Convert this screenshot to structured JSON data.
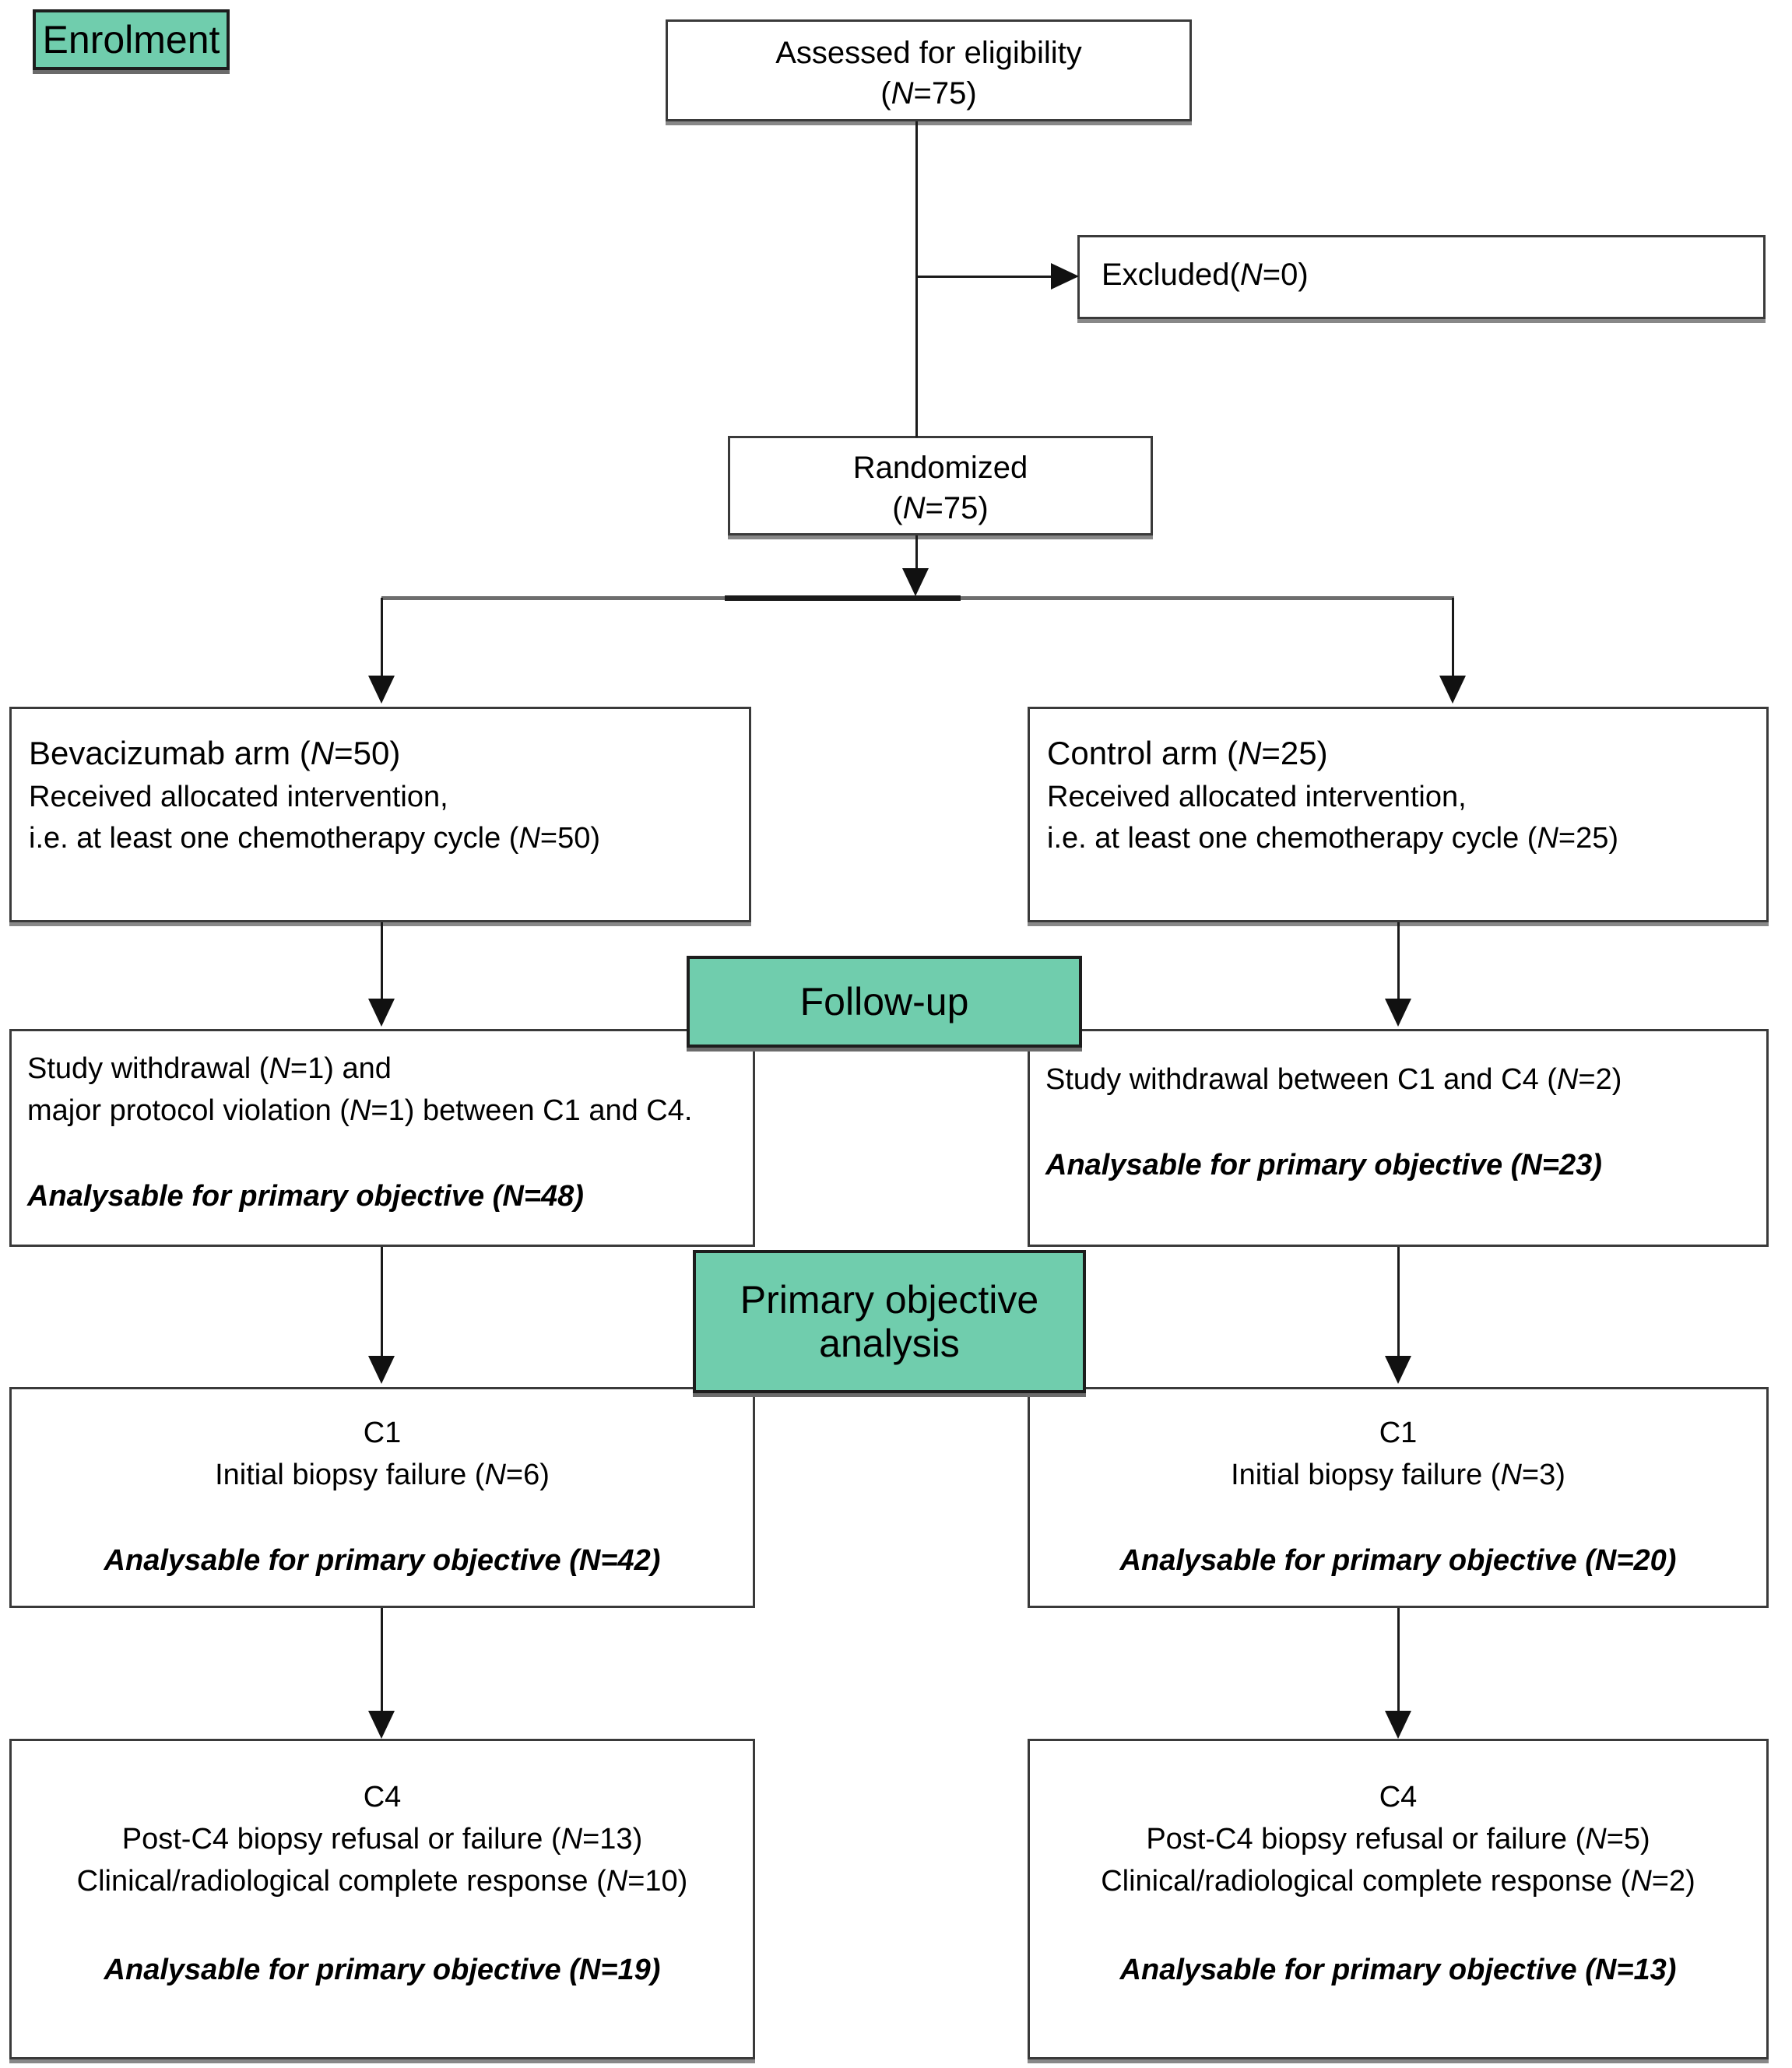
{
  "diagram": {
    "title": "CONSORT participant flow diagram",
    "accent_green": "#70CDAD",
    "line_color": "#1a1a1a",
    "stage_labels": {
      "enrolment": "Enrolment",
      "followup": "Follow-up",
      "primary_objective_analysis_line1": "Primary objective",
      "primary_objective_analysis_line2": "analysis"
    },
    "nodes": {
      "assessed": {
        "line1": "Assessed for eligibility",
        "line2_paren_open": "(",
        "line2_italic": "N",
        "line2_rest": "=75)"
      },
      "excluded": {
        "prefix": "Excluded(",
        "italic": "N",
        "suffix": "=0)"
      },
      "randomized": {
        "line1": "Randomized",
        "line2_paren_open": "(",
        "line2_italic": "N",
        "line2_rest": "=75)"
      },
      "bev_arm": {
        "l1a": "Bevacizumab arm (",
        "l1i": "N",
        "l1b": "=50)",
        "l2": "Received allocated intervention,",
        "l3a": "i.e. at least one chemotherapy cycle (",
        "l3i": "N",
        "l3b": "=50)"
      },
      "ctrl_arm": {
        "l1a": "Control arm (",
        "l1i": "N",
        "l1b": "=25)",
        "l2": "Received allocated intervention,",
        "l3a": "i.e. at least one chemotherapy cycle (",
        "l3i": "N",
        "l3b": "=25)"
      },
      "bev_followup": {
        "l1a": "Study withdrawal (",
        "l1i": "N",
        "l1b": "=1) and",
        "l2a": "major protocol violation (",
        "l2i": "N",
        "l2b": "=1) between C1 and C4.",
        "l3a": "Analysable for primary objective (",
        "l3i": "N",
        "l3b": "=48)"
      },
      "ctrl_followup": {
        "l1a": "Study withdrawal between C1 and C4 (",
        "l1i": "N",
        "l1b": "=2)",
        "l2a": "Analysable for primary objective (",
        "l2i": "N",
        "l2b": "=23)"
      },
      "bev_c1": {
        "l1": "C1",
        "l2a": "Initial biopsy failure (",
        "l2i": "N",
        "l2b": "=6)",
        "l3a": "Analysable for primary objective (",
        "l3i": "N",
        "l3b": "=42)"
      },
      "ctrl_c1": {
        "l1": "C1",
        "l2a": "Initial biopsy failure (",
        "l2i": "N",
        "l2b": "=3)",
        "l3a": "Analysable for primary objective (",
        "l3i": "N",
        "l3b": "=20)"
      },
      "bev_c4": {
        "l1": "C4",
        "l2a": "Post-C4 biopsy refusal or failure (",
        "l2i": "N",
        "l2b": "=13)",
        "l3a": "Clinical/radiological complete response (",
        "l3i": "N",
        "l3b": "=10)",
        "l4a": "Analysable for primary objective (",
        "l4i": "N",
        "l4b": "=19)"
      },
      "ctrl_c4": {
        "l1": "C4",
        "l2a": "Post-C4 biopsy refusal or failure (",
        "l2i": "N",
        "l2b": "=5)",
        "l3a": "Clinical/radiological complete response (",
        "l3i": "N",
        "l3b": "=2)",
        "l4a": "Analysable for primary objective (",
        "l4i": "N",
        "l4b": "=13)"
      }
    }
  }
}
